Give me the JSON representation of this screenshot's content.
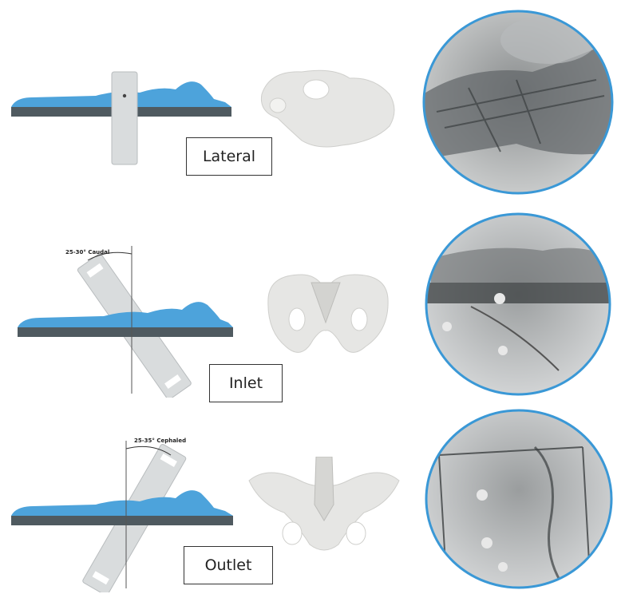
{
  "views": [
    {
      "label": "Lateral",
      "angle_text": ""
    },
    {
      "label": "Inlet",
      "angle_text": "25-30° Caudal"
    },
    {
      "label": "Outlet",
      "angle_text": "25-35° Cephaled"
    }
  ],
  "colors": {
    "patient_blue": "#4da3db",
    "table_dark": "#4f5a60",
    "detector_grey": "#d9dcdd",
    "ring_blue": "#3a98d6"
  },
  "icons": [
    "c-arm-detector",
    "pelvis-model",
    "fluoroscopy-image"
  ]
}
